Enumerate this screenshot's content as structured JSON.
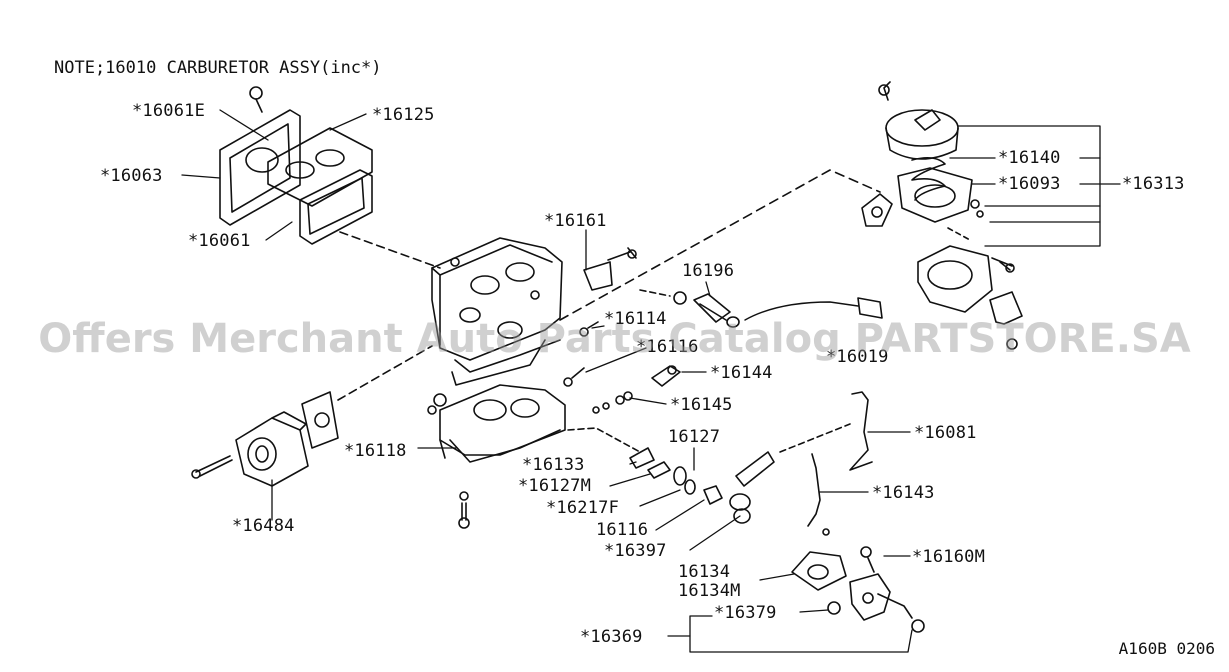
{
  "note": "NOTE;16010 CARBURETOR ASSY(inc*)",
  "diagram_code": "A160B 0206",
  "watermark": "Offers Merchant Auto Parts Catalog PARTSTORE.SA",
  "callouts": {
    "p16061E": "*16061E",
    "p16125": "*16125",
    "p16063": "*16063",
    "p16061": "*16061",
    "p16161": "*16161",
    "p16196": "16196",
    "p16140": "*16140",
    "p16093": "*16093",
    "p16313": "*16313",
    "p16114": "*16114",
    "p16116a": "*16116",
    "p16019": "*16019",
    "p16144": "*16144",
    "p16145": "*16145",
    "p16081": "*16081",
    "p16118": "*16118",
    "p16127": "16127",
    "p16133": "*16133",
    "p16127M": "*16127M",
    "p16143": "*16143",
    "p16217F": "*16217F",
    "p16116b": "16116",
    "p16484": "*16484",
    "p16397": "*16397",
    "p16160M": "*16160M",
    "p16134": "16134",
    "p16134M": "16134M",
    "p16379": "*16379",
    "p16369": "*16369"
  }
}
